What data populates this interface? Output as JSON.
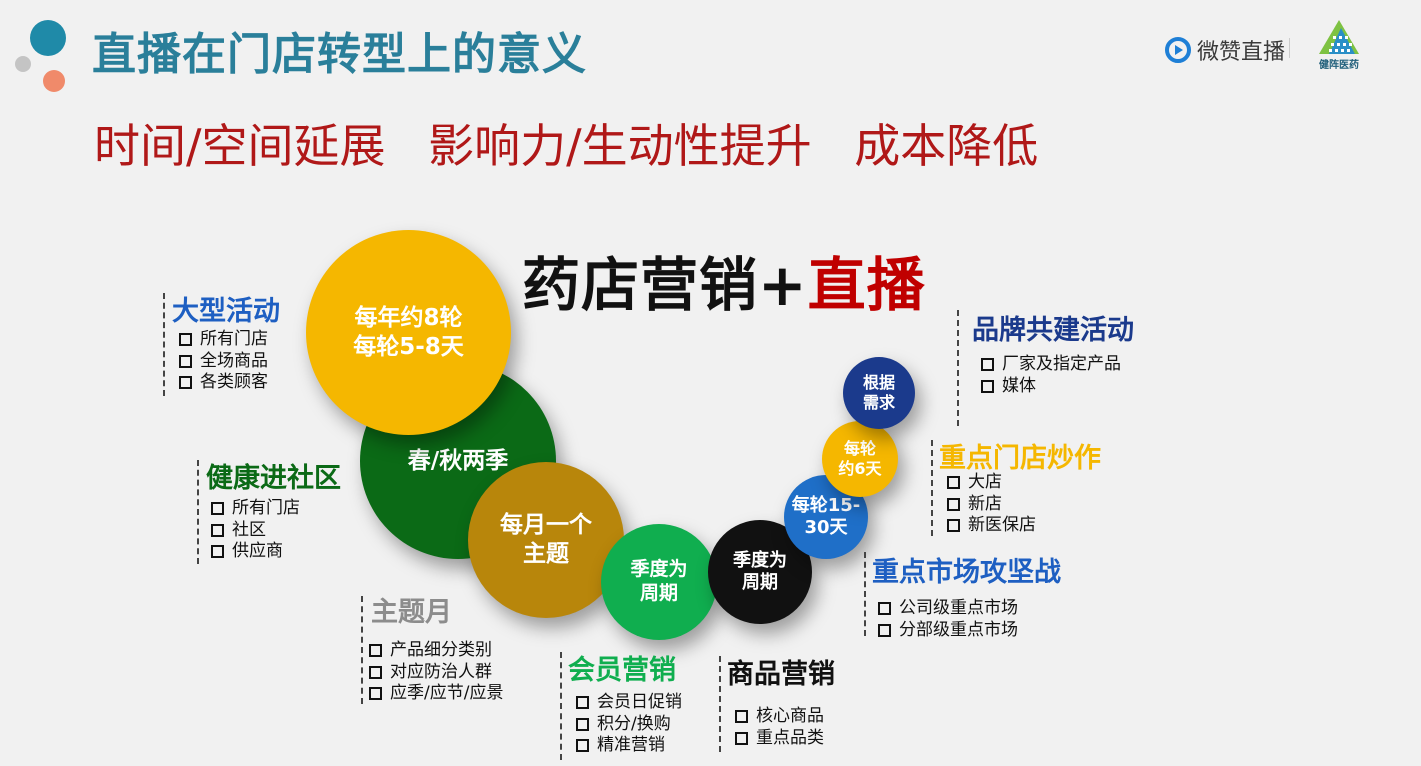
{
  "header": {
    "title": "直播在门店转型上的意义",
    "subtitle_parts": [
      "时间/空间延展",
      "影响力/生动性提升",
      "成本降低"
    ],
    "logo_brand": "微赞直播",
    "logo_partner": "健阵医药"
  },
  "central": {
    "part1": "药店营销+",
    "part2": "直播"
  },
  "colors": {
    "title": "#2a7f9a",
    "subtitle": "#b01818",
    "accent_red": "#c00000",
    "yellow": "#f5b700",
    "dark_green": "#0b6a16",
    "olive": "#b8860b",
    "green": "#10ae4f",
    "black": "#111111",
    "blue": "#1f6fc8",
    "navy": "#1b3a8c"
  },
  "circles": [
    {
      "id": "c1",
      "lines": [
        "每年约8轮",
        "每轮5-8天"
      ]
    },
    {
      "id": "c2",
      "lines": [
        "春/秋两季"
      ]
    },
    {
      "id": "c3",
      "lines": [
        "每月一个",
        "主题"
      ]
    },
    {
      "id": "c4",
      "lines": [
        "季度为",
        "周期"
      ]
    },
    {
      "id": "c5",
      "lines": [
        "季度为",
        "周期"
      ]
    },
    {
      "id": "c6",
      "lines": [
        "每轮15-",
        "30天"
      ]
    },
    {
      "id": "c7",
      "lines": [
        "每轮",
        "约6天"
      ]
    },
    {
      "id": "c8",
      "lines": [
        "根据",
        "需求"
      ]
    }
  ],
  "groups": [
    {
      "id": "g1",
      "title": "大型活动",
      "items": [
        "所有门店",
        "全场商品",
        "各类顾客"
      ]
    },
    {
      "id": "g2",
      "title": "健康进社区",
      "items": [
        "所有门店",
        "社区",
        "供应商"
      ]
    },
    {
      "id": "g3",
      "title": "主题月",
      "items": [
        "产品细分类别",
        "对应防治人群",
        "应季/应节/应景"
      ]
    },
    {
      "id": "g4",
      "title": "会员营销",
      "items": [
        "会员日促销",
        "积分/换购",
        "精准营销"
      ]
    },
    {
      "id": "g5",
      "title": "商品营销",
      "items": [
        "核心商品",
        "重点品类"
      ]
    },
    {
      "id": "g6",
      "title": "重点市场攻坚战",
      "items": [
        "公司级重点市场",
        "分部级重点市场"
      ]
    },
    {
      "id": "g7",
      "title": "重点门店炒作",
      "items": [
        "大店",
        "新店",
        "新医保店"
      ]
    },
    {
      "id": "g8",
      "title": "品牌共建活动",
      "items": [
        "厂家及指定产品",
        "媒体"
      ]
    }
  ]
}
